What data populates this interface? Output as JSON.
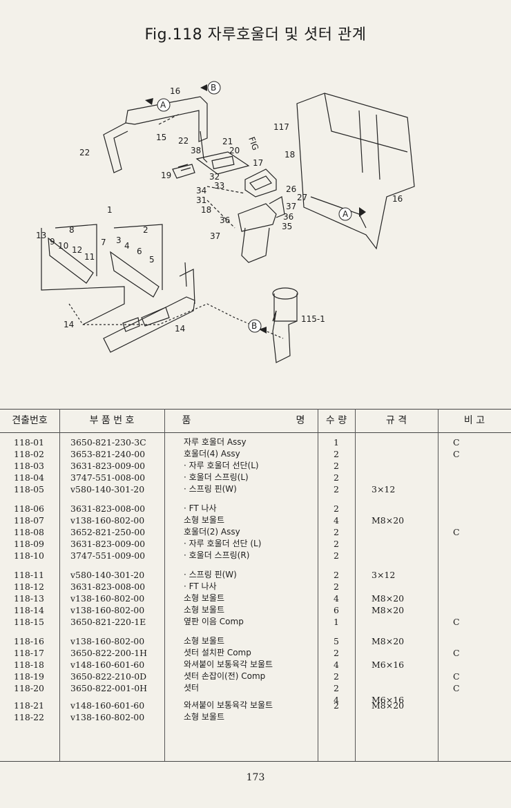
{
  "title": "Fig.118 자루호울더 및 셧터 관계",
  "diagram": {
    "labels": [
      "16",
      "B",
      "A",
      "15",
      "22",
      "38",
      "21",
      "20",
      "FIG",
      "117",
      "18",
      "22",
      "19",
      "17",
      "32",
      "33",
      "34",
      "31",
      "18",
      "26",
      "27",
      "37",
      "36",
      "36",
      "35",
      "37",
      "A",
      "16",
      "1",
      "13",
      "8",
      "2",
      "9",
      "10",
      "12",
      "11",
      "7",
      "3",
      "4",
      "6",
      "5",
      "14",
      "14",
      "B",
      "115-1"
    ]
  },
  "table": {
    "headers": {
      "no": "견출번호",
      "part_no": "부 품 번 호",
      "name_a": "품",
      "name_b": "명",
      "qty": "수 량",
      "spec": "규 격",
      "note": "비 고"
    },
    "rows": [
      {
        "no": "118-01",
        "pn": "3650-821-230-3C",
        "name": "자루 호울더 Assy",
        "qty": "1",
        "spec": "",
        "note": "C"
      },
      {
        "no": "118-02",
        "pn": "3653-821-240-00",
        "name": "호울더(4) Assy",
        "qty": "2",
        "spec": "",
        "note": "C"
      },
      {
        "no": "118-03",
        "pn": "3631-823-009-00",
        "name": "· 자루 호울더 선단(L)",
        "qty": "2",
        "spec": "",
        "note": ""
      },
      {
        "no": "118-04",
        "pn": "3747-551-008-00",
        "name": "· 호울더 스프링(L)",
        "qty": "2",
        "spec": "",
        "note": ""
      },
      {
        "no": "118-05",
        "pn": "v580-140-301-20",
        "name": "· 스프링 핀(W)",
        "qty": "2",
        "spec": "3×12",
        "note": ""
      },
      {
        "no": "118-06",
        "pn": "3631-823-008-00",
        "name": "· FT 나사",
        "qty": "2",
        "spec": "",
        "note": ""
      },
      {
        "no": "118-07",
        "pn": "v138-160-802-00",
        "name": "소형 보울트",
        "qty": "4",
        "spec": "M8×20",
        "note": ""
      },
      {
        "no": "118-08",
        "pn": "3652-821-250-00",
        "name": "호울더(2) Assy",
        "qty": "2",
        "spec": "",
        "note": "C"
      },
      {
        "no": "118-09",
        "pn": "3631-823-009-00",
        "name": "· 자루 호울더 선단 (L)",
        "qty": "2",
        "spec": "",
        "note": ""
      },
      {
        "no": "118-10",
        "pn": "3747-551-009-00",
        "name": "· 호울더 스프링(R)",
        "qty": "2",
        "spec": "",
        "note": ""
      },
      {
        "no": "118-11",
        "pn": "v580-140-301-20",
        "name": "· 스프링 핀(W)",
        "qty": "2",
        "spec": "3×12",
        "note": ""
      },
      {
        "no": "118-12",
        "pn": "3631-823-008-00",
        "name": "· FT 나사",
        "qty": "2",
        "spec": "",
        "note": ""
      },
      {
        "no": "118-13",
        "pn": "v138-160-802-00",
        "name": "소형 보울트",
        "qty": "4",
        "spec": "M8×20",
        "note": ""
      },
      {
        "no": "118-14",
        "pn": "v138-160-802-00",
        "name": "소형 보울트",
        "qty": "6",
        "spec": "M8×20",
        "note": ""
      },
      {
        "no": "118-15",
        "pn": "3650-821-220-1E",
        "name": "옆판 이음 Comp",
        "qty": "1",
        "spec": "",
        "note": "C"
      },
      {
        "no": "118-16",
        "pn": "v138-160-802-00",
        "name": "소형 보울트",
        "qty": "5",
        "spec": "M8×20",
        "note": ""
      },
      {
        "no": "118-17",
        "pn": "3650-822-200-1H",
        "name": "셧터 설치판 Comp",
        "qty": "2",
        "spec": "",
        "note": "C"
      },
      {
        "no": "118-18",
        "pn": "v148-160-601-60",
        "name": "와셔붙이 보통육각 보울트",
        "qty": "4",
        "spec": "M6×16",
        "note": ""
      },
      {
        "no": "118-19",
        "pn": "3650-822-210-0D",
        "name": "셧터 손잡이(전) Comp",
        "qty": "2",
        "spec": "",
        "note": "C"
      },
      {
        "no": "118-20",
        "pn": "3650-822-001-0H",
        "name": "셧터",
        "qty": "2",
        "spec": "",
        "note": "C"
      },
      {
        "no": "",
        "pn": "",
        "name": "",
        "qty": "4",
        "spec": "M6×16",
        "note": ""
      },
      {
        "no": "118-21",
        "pn": "v148-160-601-60",
        "name": "와셔붙이 보통육각 보울트",
        "qty": "2",
        "spec": "M8×20",
        "note": ""
      },
      {
        "no": "118-22",
        "pn": "v138-160-802-00",
        "name": "소형 보울트",
        "qty": "",
        "spec": "",
        "note": ""
      }
    ]
  },
  "page_number": "173"
}
